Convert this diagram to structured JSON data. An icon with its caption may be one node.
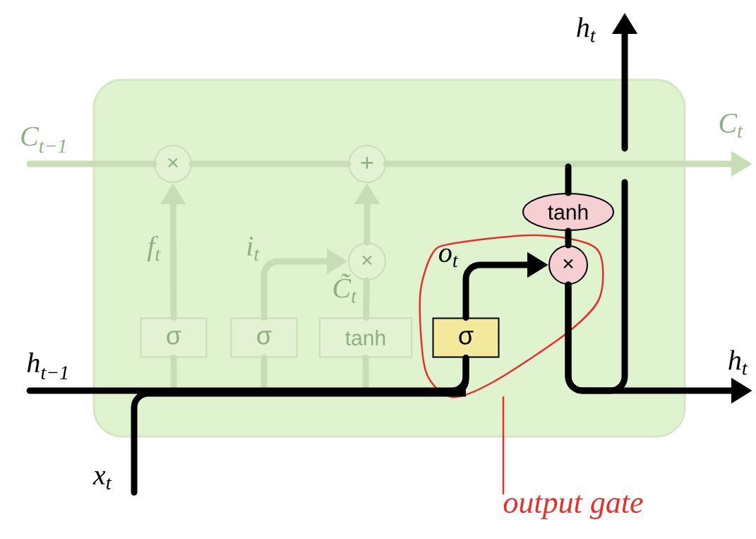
{
  "diagram": {
    "nodes": [
      {
        "text": [],
        "shape": "box"
      },
      {
        "text": [
          "×"
        ],
        "in": 0
      },
      {
        "text": [
          "+"
        ],
        "in": 0
      },
      {
        "text": [
          "×"
        ],
        "in": 0
      },
      {
        "text": [
          "σ"
        ],
        "in": 0
      },
      {
        "text": [
          "σ"
        ],
        "in": 0
      },
      {
        "text": [
          "tanh"
        ],
        "in": 0
      },
      {
        "text": [],
        "shape": "loop",
        "in": 0
      },
      {
        "text": [
          "σ"
        ],
        "in": 7
      },
      {
        "text": [
          "×"
        ],
        "in": 7
      },
      {
        "text": [
          "tanh"
        ],
        "in": 0
      },
      {
        "text": [
          "output gate"
        ]
      }
    ],
    "edges": [
      {
        "from": null,
        "to": 1,
        "arrow": "none"
      },
      {
        "from": 1,
        "to": 2,
        "arrow": "none"
      },
      {
        "from": 2,
        "to": null,
        "arrow": "to"
      },
      {
        "from": 4,
        "to": 1,
        "arrow": "to"
      },
      {
        "from": 5,
        "to": 3,
        "arrow": "to"
      },
      {
        "from": 6,
        "to": 3,
        "arrow": "none"
      },
      {
        "from": 3,
        "to": 2,
        "arrow": "to"
      },
      {
        "from": null,
        "to": 4,
        "arrow": "none"
      },
      {
        "from": null,
        "to": 5,
        "arrow": "none"
      },
      {
        "from": null,
        "to": 6,
        "arrow": "none"
      },
      {
        "from": null,
        "to": 8,
        "arrow": "none",
        "color": "#000000"
      },
      {
        "from": null,
        "to": 8,
        "arrow": "none",
        "color": "#000000"
      },
      {
        "from": 8,
        "to": 9,
        "arrow": "to",
        "color": "#000000"
      },
      {
        "from": null,
        "to": 10,
        "arrow": "none",
        "color": "#000000"
      },
      {
        "from": 10,
        "to": 9,
        "arrow": "none",
        "color": "#000000"
      },
      {
        "from": 9,
        "to": null,
        "arrow": "to",
        "color": "#000000"
      },
      {
        "from": 9,
        "to": null,
        "arrow": "to",
        "color": "#000000"
      },
      {
        "from": 11,
        "to": 7,
        "arrow": "none",
        "color": "#e8302a"
      }
    ],
    "labels": [
      "h$_{t}$",
      "C$_{t−1}$",
      "C$_{t}$",
      "o$_{t}$",
      "f$_{t}$",
      "i$_{t}$",
      "C̃$_{t}$",
      "h$_{t−1}$",
      "h$_{t}$",
      "x$_{t}$"
    ]
  }
}
